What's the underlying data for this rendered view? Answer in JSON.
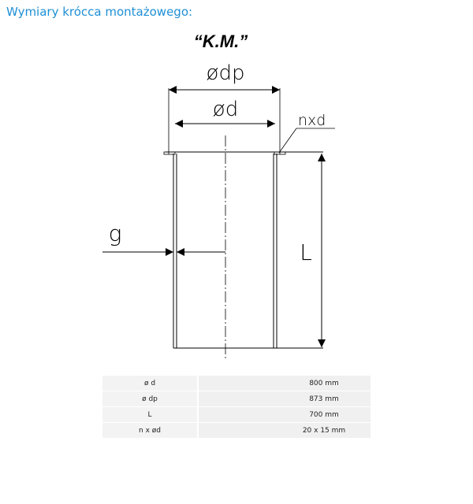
{
  "heading": "Wymiary krócca montażowego:",
  "diagram": {
    "title": "“K.M.”",
    "label_dp": "ødp",
    "label_d": "ød",
    "label_nxd": "nxd",
    "label_g": "g",
    "label_L": "L"
  },
  "specs": [
    {
      "param": "ø d",
      "value": "800 mm"
    },
    {
      "param": "ø dp",
      "value": "873 mm"
    },
    {
      "param": "L",
      "value": "700 mm"
    },
    {
      "param": "n x ød",
      "value": "20 x 15 mm"
    }
  ],
  "colors": {
    "heading": "#1f8fd6",
    "lines": "#000000",
    "table_bg": "#f3f3f3"
  }
}
